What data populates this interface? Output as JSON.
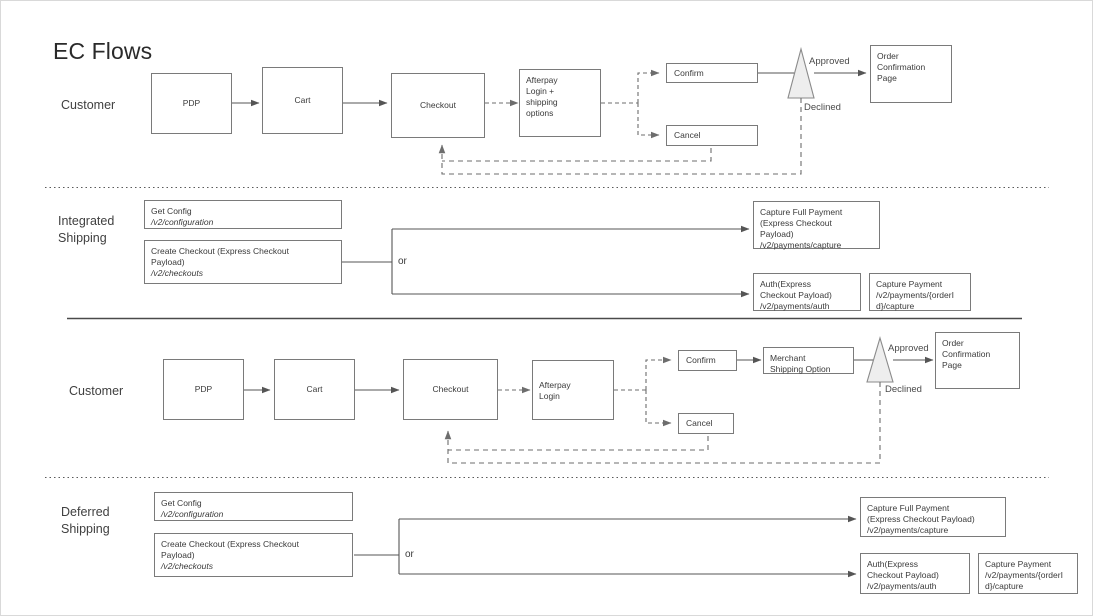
{
  "page": {
    "title": "EC Flows",
    "background": "#ffffff",
    "stroke_color": "#7a7a7a",
    "text_color": "#3a3a3a",
    "gate_fill": "#eeeeee"
  },
  "lanes": [
    {
      "id": "customer-top",
      "label": "Customer"
    },
    {
      "id": "integrated-shipping",
      "label": "Integrated\nShipping"
    },
    {
      "id": "customer-bottom",
      "label": "Customer"
    },
    {
      "id": "deferred-shipping",
      "label": "Deferred\nShipping"
    }
  ],
  "flow_top": {
    "nodes": {
      "pdp": "PDP",
      "cart": "Cart",
      "checkout": "Checkout",
      "afterpay": "Afterpay\nLogin +\nshipping\noptions",
      "confirm": "Confirm",
      "cancel": "Cancel",
      "order_confirmation": "Order\nConfirmation\nPage"
    },
    "edge_labels": {
      "approved": "Approved",
      "declined": "Declined"
    }
  },
  "integrated_shipping": {
    "or_label": "or",
    "nodes": {
      "get_config_title": "Get Config",
      "get_config_path": "/v2/configuration",
      "create_checkout_title": "Create Checkout (Express Checkout\nPayload)",
      "create_checkout_path": "/v2/checkouts",
      "capture_full_title": "Capture Full Payment\n(Express Checkout\nPayload)",
      "capture_full_path": "/v2/payments/capture",
      "auth_title": "Auth(Express\nCheckout Payload)",
      "auth_path": "/v2/payments/auth",
      "capture_payment_title": "Capture Payment",
      "capture_payment_path": "/v2/payments/{orderI\nd}/capture"
    }
  },
  "flow_bottom": {
    "nodes": {
      "pdp": "PDP",
      "cart": "Cart",
      "checkout": "Checkout",
      "afterpay": "Afterpay\nLogin",
      "confirm": "Confirm",
      "cancel": "Cancel",
      "merchant_shipping": "Merchant\nShipping Option",
      "order_confirmation": "Order\nConfirmation\nPage"
    },
    "edge_labels": {
      "approved": "Approved",
      "declined": "Declined"
    }
  },
  "deferred_shipping": {
    "or_label": "or",
    "nodes": {
      "get_config_title": "Get Config",
      "get_config_path": "/v2/configuration",
      "create_checkout_title": "Create Checkout (Express Checkout\nPayload)",
      "create_checkout_path": "/v2/checkouts",
      "capture_full_title": "Capture Full Payment\n(Express Checkout Payload)",
      "capture_full_path": "/v2/payments/capture",
      "auth_title": "Auth(Express\nCheckout Payload)",
      "auth_path": "/v2/payments/auth",
      "capture_payment_title": "Capture Payment",
      "capture_payment_path": "/v2/payments/{orderI\nd}/capture"
    }
  }
}
